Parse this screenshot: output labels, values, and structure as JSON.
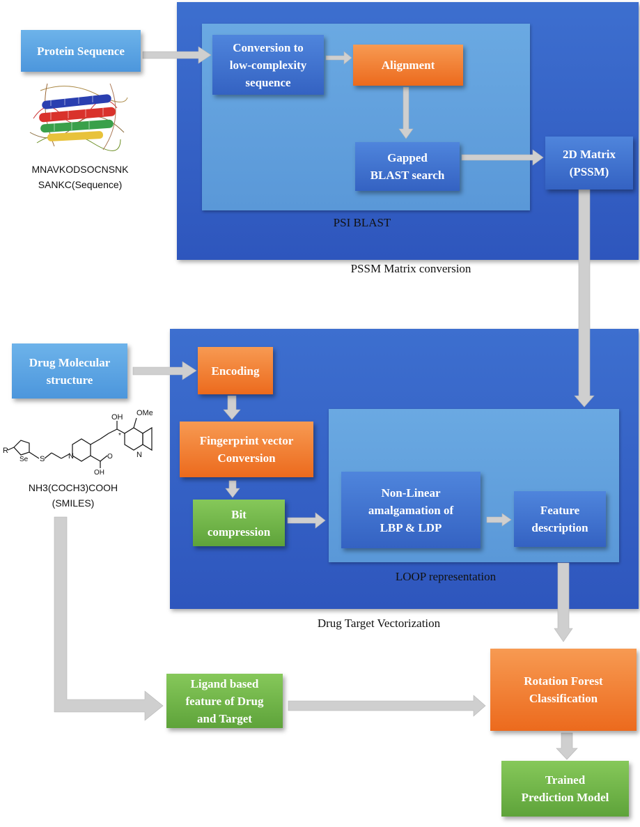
{
  "inputs": {
    "protein_sequence": "Protein Sequence",
    "sequence_text": "MNAVKODSOCNSNK\nSANKC(Sequence)",
    "drug_molecular_structure": "Drug Molecular\nstructure",
    "smiles_text": "NH3(COCH3)COOH\n(SMILES)"
  },
  "pssm_section": {
    "caption": "PSSM Matrix conversion",
    "psi_blast_caption": "PSI BLAST",
    "conversion": "Conversion to\nlow-complexity\nsequence",
    "alignment": "Alignment",
    "gapped_blast": "Gapped\nBLAST search",
    "matrix_2d": "2D Matrix\n(PSSM)"
  },
  "vectorization_section": {
    "caption": "Drug Target Vectorization",
    "loop_caption": "LOOP representation",
    "encoding": "Encoding",
    "fingerprint": "Fingerprint vector\nConversion",
    "bit_compression": "Bit\ncompression",
    "non_linear": "Non-Linear\namalgamation of\nLBP & LDP",
    "feature_description": "Feature\ndescription"
  },
  "outputs": {
    "ligand_feature": "Ligand based\nfeature of Drug\nand Target",
    "rotation_forest": "Rotation Forest\nClassification",
    "trained_model": "Trained\nPrediction Model"
  },
  "molecule_labels": {
    "ome": "OMe",
    "oh_top": "OH",
    "star": "*",
    "n_ring": "N",
    "r_group": "R",
    "se": "Se",
    "s": "S",
    "n_pip": "N",
    "o": "O",
    "oh_bottom": "OH"
  },
  "colors": {
    "panel": "#2f5cc4",
    "subpanel": "#5f9edb",
    "orange": "#ef7527",
    "green": "#6aae43",
    "light_blue": "#5aa3e2",
    "arrow": "#c9c9c9"
  }
}
